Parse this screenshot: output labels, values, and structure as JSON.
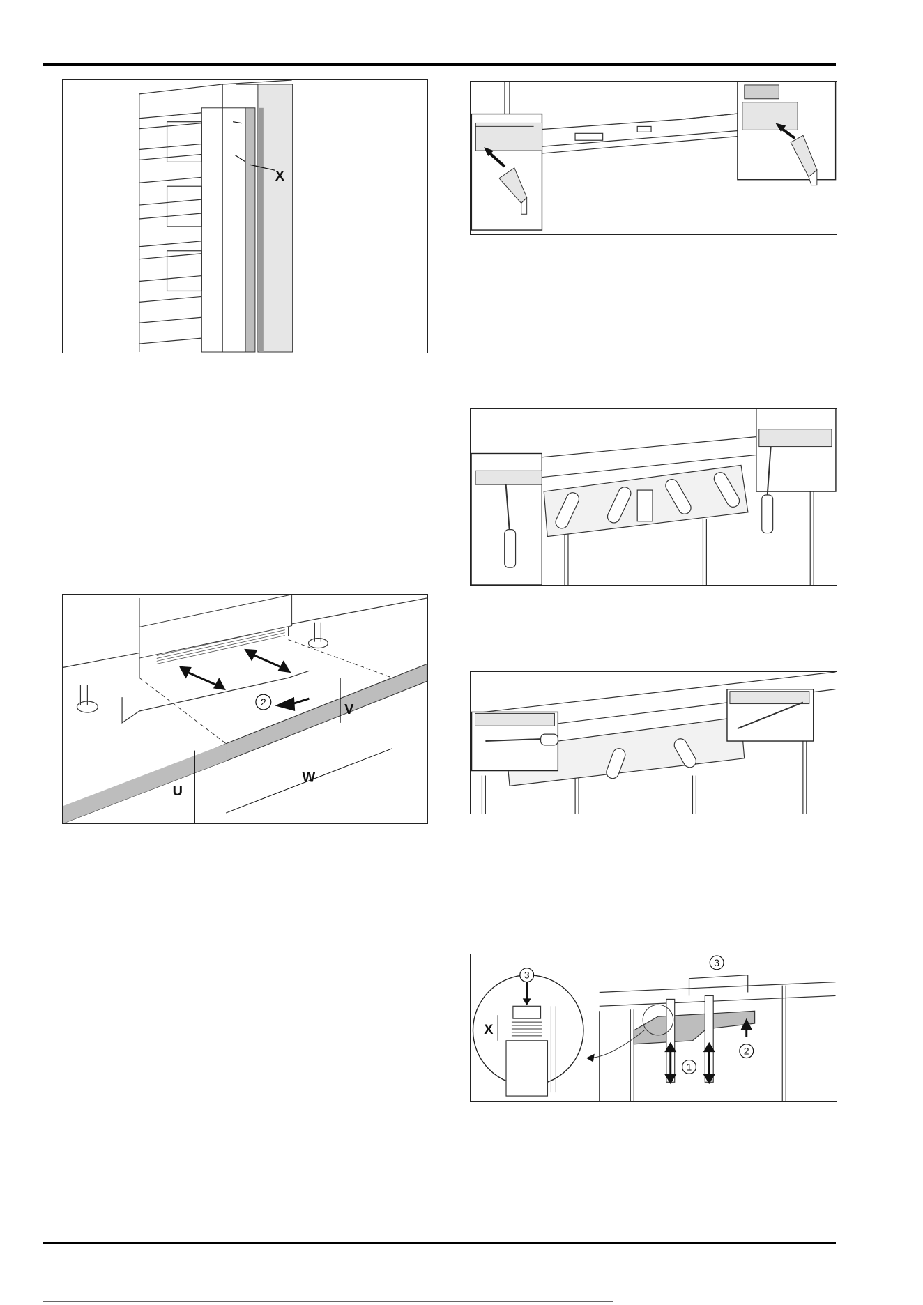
{
  "figures": {
    "fig_gap": {
      "labels": {
        "x": "X"
      }
    },
    "fig_plinth": {
      "labels": {
        "callout": "2",
        "u": "U",
        "v": "V",
        "w": "W"
      }
    },
    "fig_rail": {
      "labels": {}
    },
    "fig_screwdriver": {
      "labels": {}
    },
    "fig_lever": {
      "labels": {}
    },
    "fig_bracket": {
      "labels": {
        "one": "1",
        "two": "2",
        "three_top": "3",
        "three_detail": "3",
        "x": "X"
      }
    }
  },
  "colors": {
    "rule": "#000000",
    "frame": "#222222",
    "line": "#333333",
    "shade": "#bdbdbd",
    "panel": "#e6e6e6"
  }
}
